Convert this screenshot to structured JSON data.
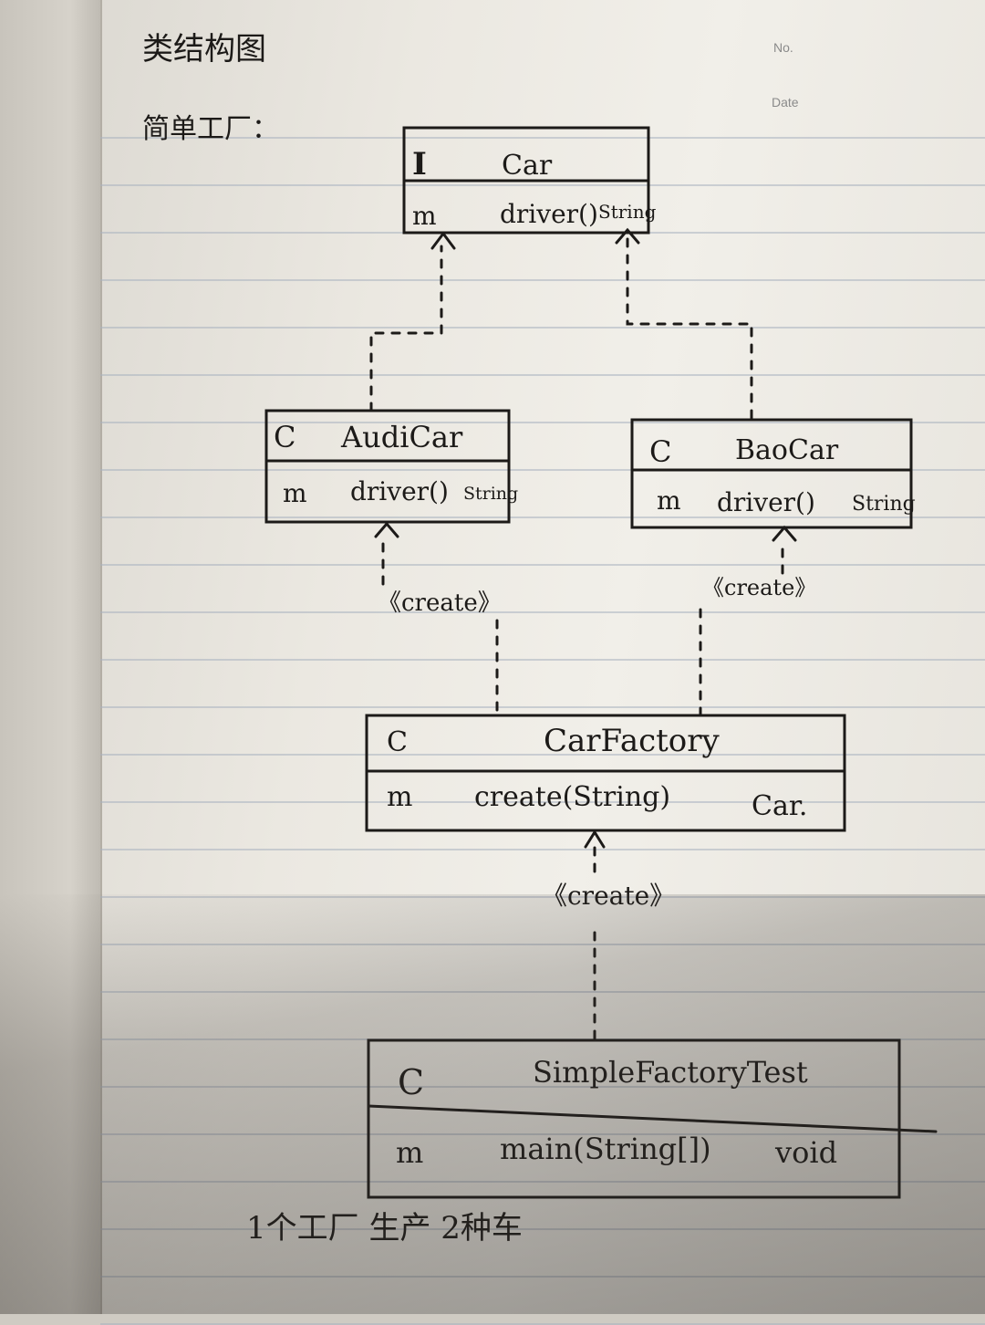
{
  "header": {
    "title": "类结构图",
    "subtitle": "简单工厂：",
    "no_label": "No.",
    "date_label": "Date"
  },
  "classes": {
    "car": {
      "kind": "I",
      "name": "Car",
      "method_kind": "m",
      "method": "driver()",
      "return_type": "String"
    },
    "audi": {
      "kind": "C",
      "name": "AudiCar",
      "method_kind": "m",
      "method": "driver()",
      "return_type": "String"
    },
    "bao": {
      "kind": "C",
      "name": "BaoCar",
      "method_kind": "m",
      "method": "driver()",
      "return_type": "String"
    },
    "factory": {
      "kind": "C",
      "name": "CarFactory",
      "method_kind": "m",
      "method": "create(String)",
      "return_type": "Car."
    },
    "test": {
      "kind": "C",
      "name": "SimpleFactoryTest",
      "method_kind": "m",
      "method": "main(String[])",
      "return_type": "void"
    }
  },
  "relations": {
    "create_audi": "《create》",
    "create_bao": "《create》",
    "create_factory": "《create》"
  },
  "footer_note": "1个工厂 生产 2种车",
  "colors": {
    "ink": "#1c1a18",
    "rule": "#a9b3bf",
    "paper": "#ebe8e1"
  }
}
